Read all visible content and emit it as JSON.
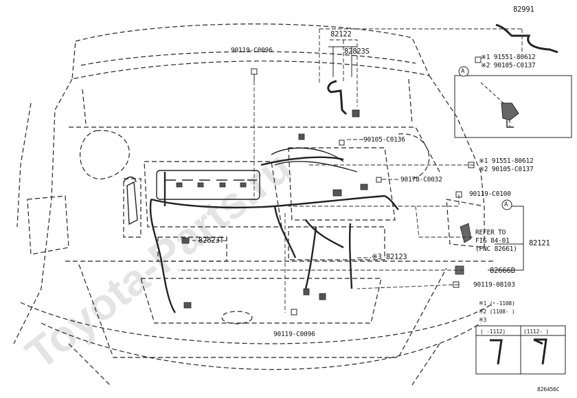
{
  "colors": {
    "line": "#222222",
    "fill": "#555555",
    "background": "#ffffff"
  },
  "watermark": "Toyota-Parts.ru",
  "parts": {
    "p82991": "82991",
    "p82122": "82122",
    "p82823S": "82823S",
    "p91551_top": "※1 91551-80612",
    "p90105_top": "※2 90105-C0137",
    "p90119_c0096_top": "90119-C0096",
    "p90105_c0136": "90105-C0136",
    "p91551_mid": "※1 91551-80612",
    "p90105_mid": "※2 90105-C0137",
    "p90178": "90178-C0032",
    "p90119_c0100": "90119-C0100",
    "p82823T": "82823T",
    "p82121": "82121",
    "p82123": "※3 82123",
    "p82666B": "82666B",
    "p90119_08103": "90119-08103",
    "p90119_c0096_bottom": "90119-C0096"
  },
  "refer": {
    "line1": "REFER TO",
    "line2": "FIG 84-01",
    "line3": "(PNC 82661)"
  },
  "callout": "A",
  "legend": {
    "note1": "※1 (    -1108)",
    "note2": "※2 (1108-    )",
    "note3": "※3",
    "col1": "(    -1112)",
    "col2": "(1112-    )"
  },
  "diagram_id": "826456C"
}
